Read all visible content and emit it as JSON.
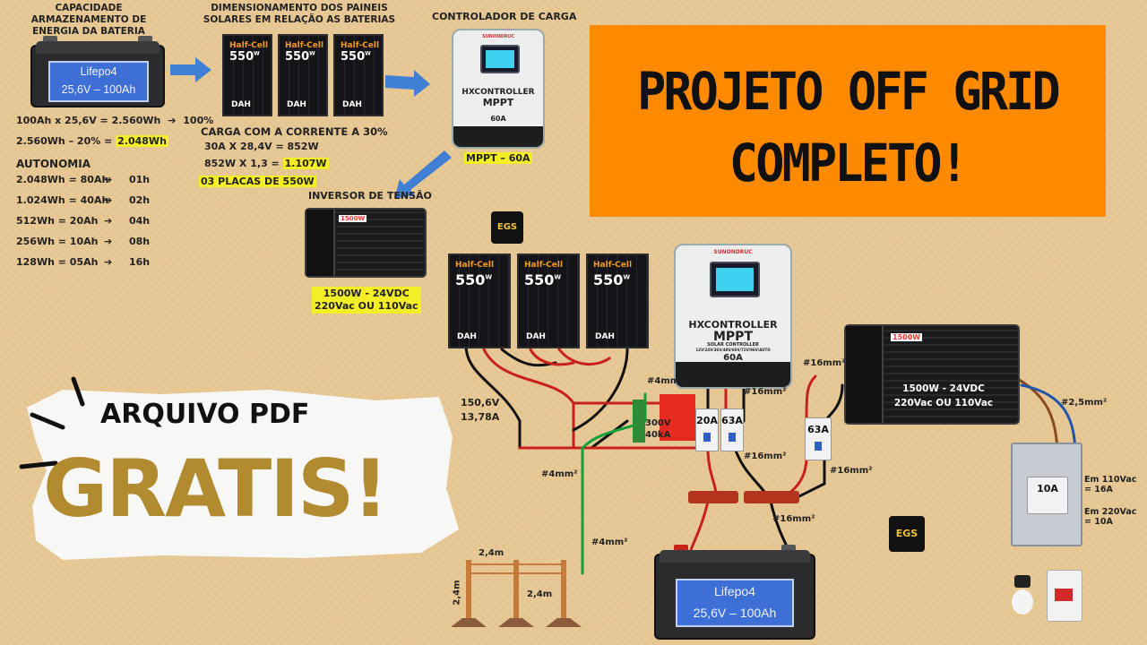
{
  "top_left": {
    "battery_capacity_title": "CAPACIDADE ARMAZENAMENTO DE ENERGIA DA BATERIA",
    "battery_label": [
      "Lifepo4",
      "25,6V – 100Ah"
    ],
    "calc_line1": "100Ah x 25,6V = 2.560Wh",
    "calc_line1_pct": "100%",
    "calc_line2": "2.560Wh – 20% =",
    "calc_line2_result": "2.048Wh",
    "autonomia_title": "AUTONOMIA",
    "autonomia_rows": [
      {
        "left": "2.048Wh = 80Ah",
        "right": "01h"
      },
      {
        "left": "1.024Wh = 40Ah",
        "right": "02h"
      },
      {
        "left": "512Wh = 20Ah",
        "right": "04h"
      },
      {
        "left": "256Wh = 10Ah",
        "right": "08h"
      },
      {
        "left": "128Wh = 05Ah",
        "right": "16h"
      }
    ]
  },
  "panels_section": {
    "title": "DIMENSIONAMENTO DOS PAINEIS SOLARES EM RELAÇÃO AS BATERIAS",
    "panel_brand": "Half-Cell",
    "panel_watt": "550",
    "panel_watt_unit": "W",
    "panel_logo": "DAH",
    "carga_title": "CARGA COM A CORRENTE A 30%",
    "carga_line1": "30A X 28,4V = 852W",
    "carga_line2": "852W X 1,3 =",
    "carga_line2_result": "1.107W",
    "carga_line3": "03 PLACAS DE 550W"
  },
  "controller_section": {
    "title": "CONTROLADOR DE CARGA",
    "brand": "SUNONDRUC",
    "model_line1": "HXCONTROLLER",
    "model_line2": "MPPT",
    "model_sub": "SOLAR CONTROLLER",
    "model_volts": "12V/24V/36V/48V/60V/72V/96V/AUTO",
    "model_amps": "60A",
    "caption": "MPPT – 60A"
  },
  "inverter_section": {
    "title": "INVERSOR DE TENSÃO",
    "badge": "1500W",
    "caption_line1": "1500W - 24VDC",
    "caption_line2": "220Vac OU 110Vac",
    "big_label_line1": "1500W - 24VDC",
    "big_label_line2": "220Vac OU 110Vac"
  },
  "banner": {
    "title_line1": "PROJETO OFF GRID",
    "title_line2": "COMPLETO!",
    "bg_color": "#ff8a00"
  },
  "promo": {
    "line1": "ARQUIVO PDF",
    "line2": "GRATIS!",
    "gold_color": "#b28a2f"
  },
  "diagram": {
    "string_voltage": "150,6V",
    "string_current": "13,78A",
    "dps_label_line1": "300V",
    "dps_label_line2": "40kA",
    "breaker_20": "20A",
    "breaker_63a": "63A",
    "breaker_63b": "63A",
    "breaker_10": "10A",
    "wire_4mm_a": "#4mm²",
    "wire_4mm_b": "#4mm²",
    "wire_4mm_c": "#4mm²",
    "wire_16mm_a": "#16mm²",
    "wire_16mm_b": "#16mm²",
    "wire_16mm_c": "#16mm²",
    "wire_16mm_d": "#16mm²",
    "wire_16mm_e": "#16mm²",
    "wire_2_5mm": "#2,5mm²",
    "note_110": "Em 110Vac = 16A",
    "note_220": "Em 220Vac = 10A",
    "grounding_h1": "2,4m",
    "grounding_h2": "2,4m",
    "grounding_v": "2,4m",
    "logo": "EGS"
  }
}
